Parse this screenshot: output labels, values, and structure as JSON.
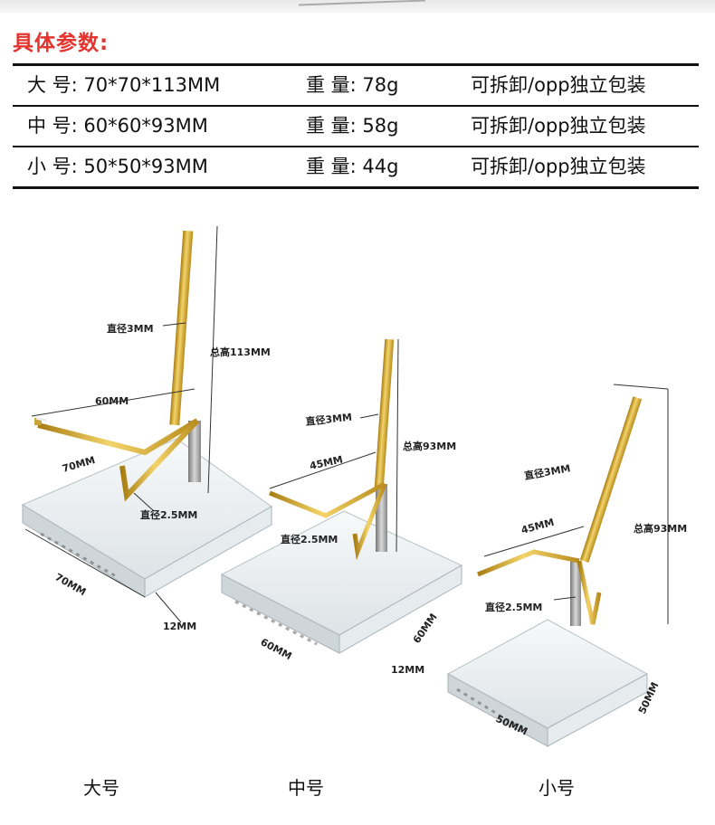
{
  "title": "具体参数:",
  "specs": [
    {
      "size": "大 号: 70*70*113MM",
      "weight": "重 量: 78g",
      "pack": "可拆卸/opp独立包装"
    },
    {
      "size": "中 号: 60*60*93MM",
      "weight": "重 量: 58g",
      "pack": "可拆卸/opp独立包装"
    },
    {
      "size": "小 号: 50*50*93MM",
      "weight": "重 量: 44g",
      "pack": "可拆卸/opp独立包装"
    }
  ],
  "dims": {
    "large": {
      "diam3": "直径3MM",
      "height": "总高113MM",
      "arm": "60MM",
      "base_w": "70MM",
      "diam25": "直径2.5MM",
      "base_d": "70MM",
      "thick": "12MM"
    },
    "medium": {
      "diam3": "直径3MM",
      "height": "总高93MM",
      "arm": "45MM",
      "diam25": "直径2.5MM",
      "base_w": "60MM",
      "base_d": "60MM",
      "thick": "12MM"
    },
    "small": {
      "diam3": "直径3MM",
      "height": "总高93MM",
      "arm": "45MM",
      "diam25": "直径2.5MM",
      "base_w": "50MM",
      "base_d": "50MM"
    }
  },
  "labels": {
    "large": "大号",
    "medium": "中号",
    "small": "小号"
  },
  "colors": {
    "title": "#e3342f",
    "brass": "#d4a62a"
  }
}
